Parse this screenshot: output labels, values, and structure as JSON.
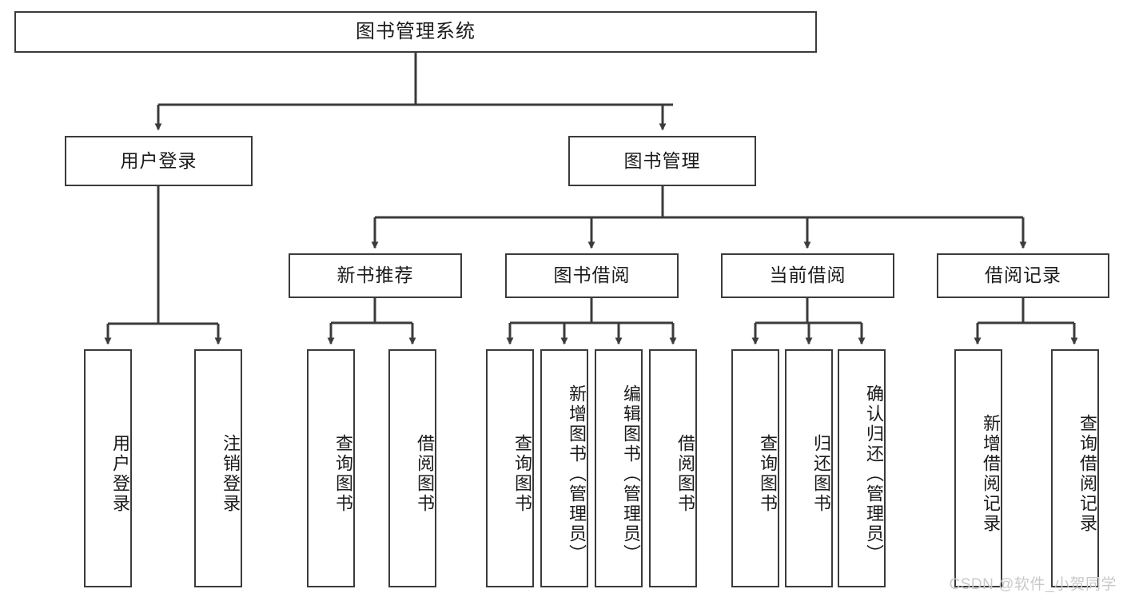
{
  "diagram": {
    "title": "图书管理系统",
    "watermark": "CSDN @软件_小贺同学",
    "edge_color": "#3b3b3b",
    "box_border_color": "#3b3b3b",
    "box_fill_color": "#ffffff",
    "text_color": "#1b1b1b",
    "watermark_color": "#c9c9c9",
    "root": {
      "label": "图书管理系统"
    },
    "level1": [
      {
        "label": "用户登录"
      },
      {
        "label": "图书管理"
      }
    ],
    "level2": [
      {
        "label": "新书推荐"
      },
      {
        "label": "图书借阅"
      },
      {
        "label": "当前借阅"
      },
      {
        "label": "借阅记录"
      }
    ],
    "leaves": {
      "user_login": [
        {
          "label": "用户登录"
        },
        {
          "label": "注销登录"
        }
      ],
      "new_book_recommend": [
        {
          "label": "查询图书"
        },
        {
          "label": "借阅图书"
        }
      ],
      "book_borrow": [
        {
          "label": "查询图书"
        },
        {
          "label": "新增图书（管理员）"
        },
        {
          "label": "编辑图书（管理员）"
        },
        {
          "label": "借阅图书"
        }
      ],
      "current_borrow": [
        {
          "label": "查询图书"
        },
        {
          "label": "归还图书"
        },
        {
          "label": "确认归还（管理员）"
        }
      ],
      "borrow_record": [
        {
          "label": "新增借阅记录"
        },
        {
          "label": "查询借阅记录"
        }
      ]
    }
  }
}
